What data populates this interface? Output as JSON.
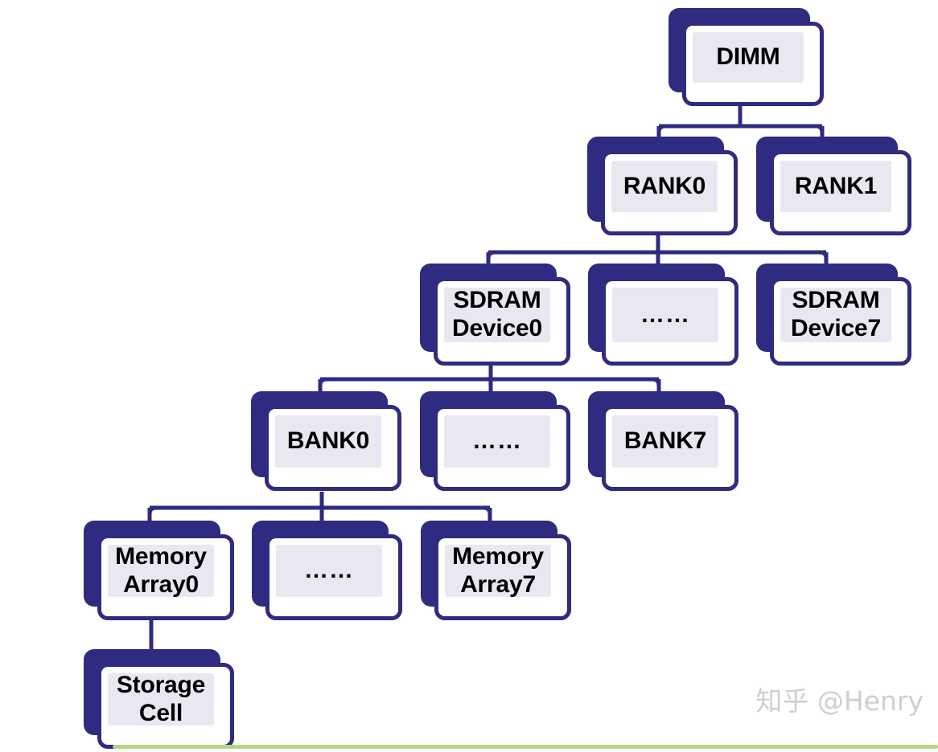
{
  "diagram": {
    "title": "DIMM memory hierarchy",
    "colors": {
      "node_shadow": "#2e2b80",
      "node_border": "#2e2b80",
      "node_face": "#ffffff",
      "node_inner_fill": "#e8e8f1",
      "connector": "#2e2b80",
      "label_text": "#000000",
      "watermark_text": "#cfcfcf",
      "baseline": "#b3d680",
      "background": "#ffffff"
    },
    "levels": [
      {
        "name": "dimm",
        "nodes": [
          {
            "id": "dimm",
            "label": "DIMM"
          }
        ]
      },
      {
        "name": "ranks",
        "nodes": [
          {
            "id": "rank0",
            "label": "RANK0"
          },
          {
            "id": "rank1",
            "label": "RANK1"
          }
        ]
      },
      {
        "name": "sdram-devices",
        "nodes": [
          {
            "id": "sdram0",
            "label": "SDRAM\nDevice0"
          },
          {
            "id": "sdramx",
            "label": "……"
          },
          {
            "id": "sdram7",
            "label": "SDRAM\nDevice7"
          }
        ]
      },
      {
        "name": "banks",
        "nodes": [
          {
            "id": "bank0",
            "label": "BANK0"
          },
          {
            "id": "bankx",
            "label": "……"
          },
          {
            "id": "bank7",
            "label": "BANK7"
          }
        ]
      },
      {
        "name": "memory-arrays",
        "nodes": [
          {
            "id": "array0",
            "label": "Memory\nArray0"
          },
          {
            "id": "arrayx",
            "label": "……"
          },
          {
            "id": "array7",
            "label": "Memory\nArray7"
          }
        ]
      },
      {
        "name": "storage-cell",
        "nodes": [
          {
            "id": "cell",
            "label": "Storage\nCell"
          }
        ]
      }
    ],
    "nodes": {
      "dimm": {
        "label": "DIMM"
      },
      "rank0": {
        "label": "RANK0"
      },
      "rank1": {
        "label": "RANK1"
      },
      "sdram0": {
        "label": "SDRAM\nDevice0"
      },
      "sdramx": {
        "label": "……"
      },
      "sdram7": {
        "label": "SDRAM\nDevice7"
      },
      "bank0": {
        "label": "BANK0"
      },
      "bankx": {
        "label": "……"
      },
      "bank7": {
        "label": "BANK7"
      },
      "array0": {
        "label": "Memory\nArray0"
      },
      "arrayx": {
        "label": "……"
      },
      "array7": {
        "label": "Memory\nArray7"
      },
      "cell": {
        "label": "Storage\nCell"
      }
    },
    "edges": [
      {
        "from": "dimm",
        "to": "rank0"
      },
      {
        "from": "dimm",
        "to": "rank1"
      },
      {
        "from": "rank0",
        "to": "sdram0"
      },
      {
        "from": "rank0",
        "to": "sdramx"
      },
      {
        "from": "rank0",
        "to": "sdram7"
      },
      {
        "from": "sdram0",
        "to": "bank0"
      },
      {
        "from": "sdram0",
        "to": "bankx"
      },
      {
        "from": "sdram0",
        "to": "bank7"
      },
      {
        "from": "bank0",
        "to": "array0"
      },
      {
        "from": "bank0",
        "to": "arrayx"
      },
      {
        "from": "bank0",
        "to": "array7"
      },
      {
        "from": "array0",
        "to": "cell"
      }
    ]
  },
  "watermark": {
    "text": "知乎 @Henry"
  }
}
